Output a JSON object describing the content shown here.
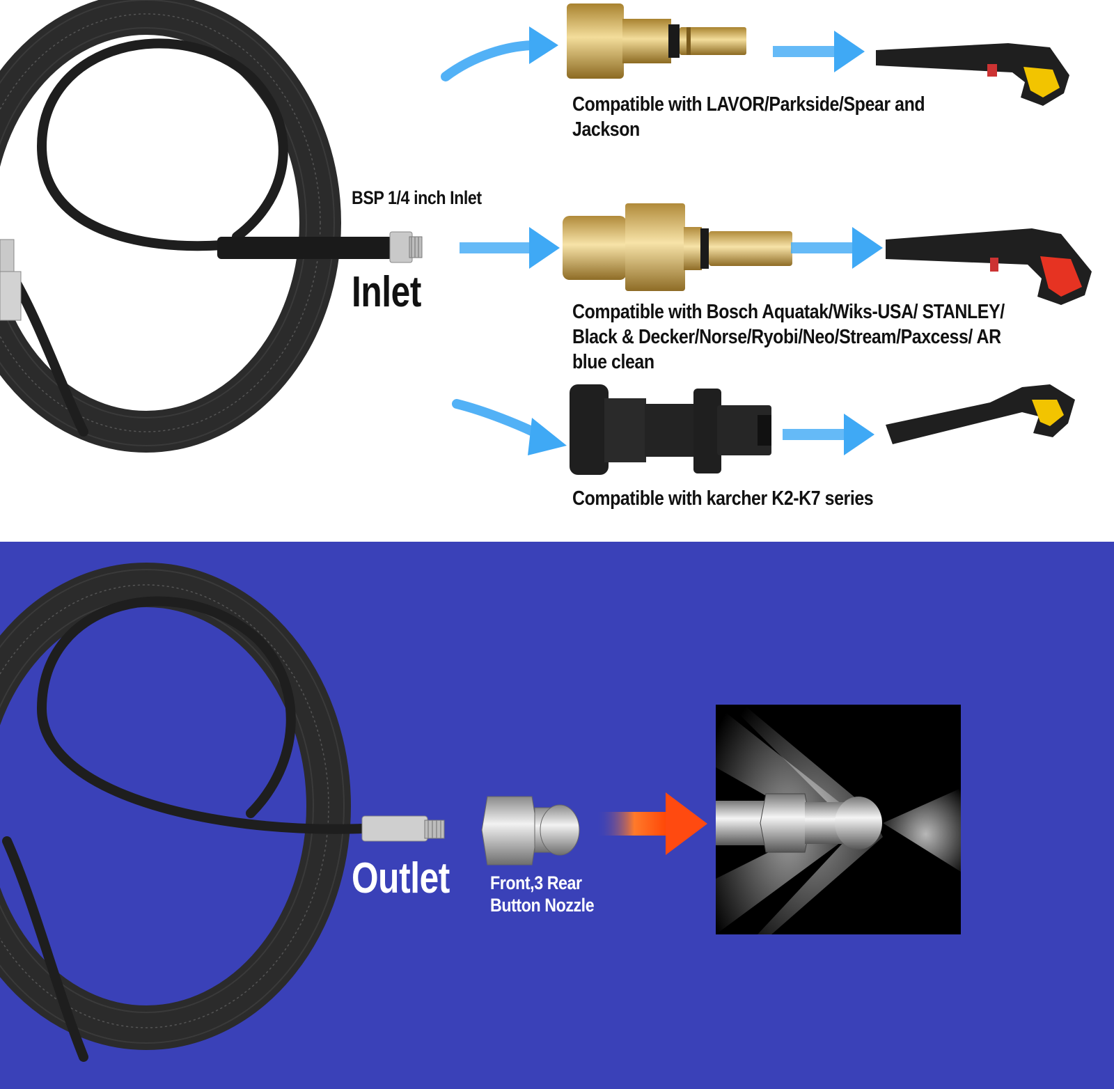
{
  "inlet_section": {
    "inlet_caption": "BSP 1/4 inch Inlet",
    "inlet_title": "Inlet",
    "adapters": [
      {
        "compat_text": "Compatible with LAVOR/Parkside/Spear and Jackson",
        "adapter_icon": "brass-adapter-icon",
        "gun_icon": "spray-gun-yellow-icon"
      },
      {
        "compat_text": "Compatible with Bosch Aquatak/Wiks-USA/ STANLEY/ Black & Decker/Norse/Ryobi/Neo/Stream/Paxcess/ AR blue clean",
        "adapter_icon": "brass-adapter-icon",
        "gun_icon": "spray-gun-red-icon"
      },
      {
        "compat_text": "Compatible with karcher K2-K7 series",
        "adapter_icon": "black-adapter-icon",
        "gun_icon": "spray-gun-yellow-icon"
      }
    ]
  },
  "outlet_section": {
    "outlet_title": "Outlet",
    "nozzle_caption": "Front,3 Rear Button Nozzle"
  },
  "colors": {
    "arrow_blue": "#3fa9f5",
    "arrow_orange": "#ff4a10",
    "panel_blue": "#3a41b8",
    "brass": "#d9b86a"
  }
}
